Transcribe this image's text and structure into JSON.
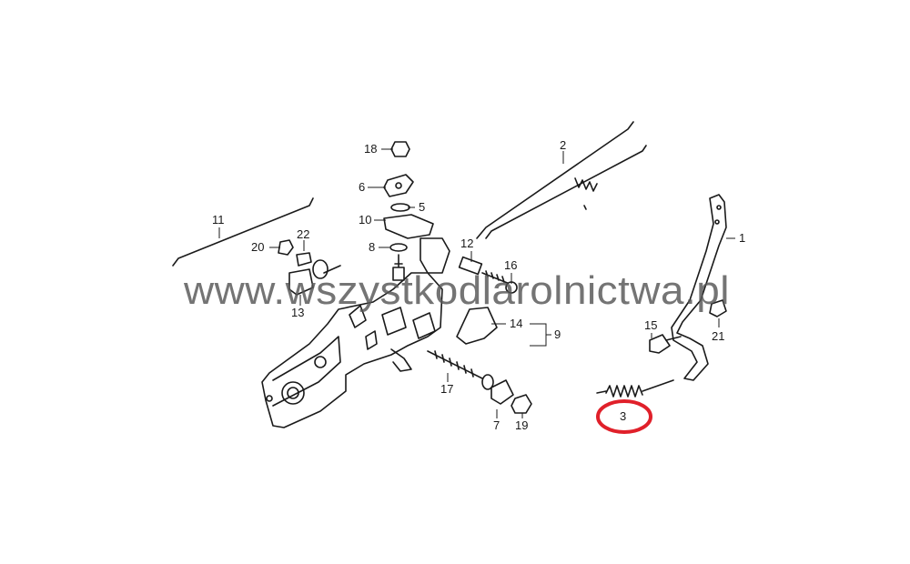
{
  "diagram": {
    "callouts": [
      {
        "id": "c1",
        "label": "1"
      },
      {
        "id": "c2",
        "label": "2"
      },
      {
        "id": "c3",
        "label": "3"
      },
      {
        "id": "c4",
        "label": "5"
      },
      {
        "id": "c5",
        "label": "6"
      },
      {
        "id": "c6",
        "label": "7"
      },
      {
        "id": "c7",
        "label": "8"
      },
      {
        "id": "c8",
        "label": "9"
      },
      {
        "id": "c9",
        "label": "10"
      },
      {
        "id": "c10",
        "label": "11"
      },
      {
        "id": "c11",
        "label": "12"
      },
      {
        "id": "c12",
        "label": "13"
      },
      {
        "id": "c13",
        "label": "14"
      },
      {
        "id": "c14",
        "label": "15"
      },
      {
        "id": "c15",
        "label": "16"
      },
      {
        "id": "c16",
        "label": "17"
      },
      {
        "id": "c17",
        "label": "18"
      },
      {
        "id": "c18",
        "label": "19"
      },
      {
        "id": "c19",
        "label": "20"
      },
      {
        "id": "c20",
        "label": "21"
      },
      {
        "id": "c21",
        "label": "22"
      }
    ],
    "highlight": {
      "label": "3",
      "color": "#e0202a"
    },
    "watermark": "www.wszystkodlarolnictwa.pl"
  }
}
